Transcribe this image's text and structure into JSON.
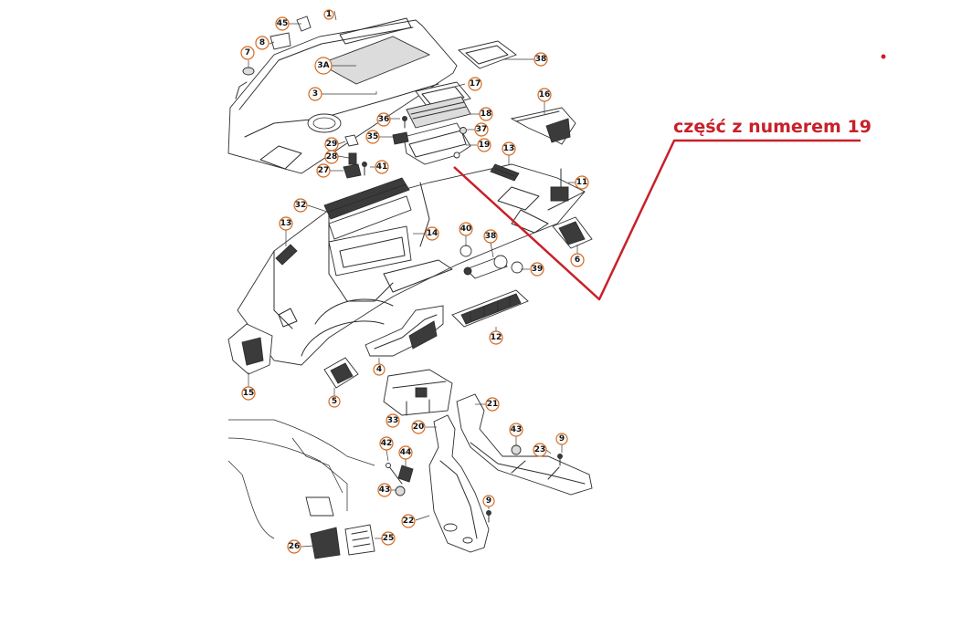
{
  "annotation": {
    "text": "część z numerem 19",
    "color": "#c8202a"
  },
  "callout_color": "#d4691e",
  "callouts": [
    "1",
    "45",
    "8",
    "7",
    "3A",
    "38",
    "3",
    "17",
    "16",
    "36",
    "18",
    "37",
    "35",
    "19",
    "29",
    "28",
    "27",
    "41",
    "13",
    "11",
    "32",
    "13",
    "14",
    "40",
    "38",
    "39",
    "6",
    "12",
    "15",
    "4",
    "5",
    "33",
    "21",
    "20",
    "42",
    "44",
    "43",
    "43",
    "23",
    "9",
    "22",
    "9",
    "26",
    "25"
  ]
}
